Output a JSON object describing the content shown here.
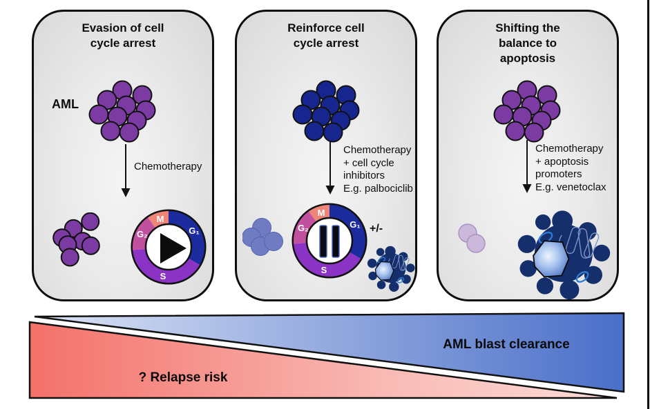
{
  "figure": {
    "description": "Three-panel schematic of AML chemotherapy strategies with relapse-risk / blast-clearance gradient bar"
  },
  "panels": [
    {
      "title_lines": [
        "Evasion of cell",
        "cycle arrest"
      ],
      "aml_label": "AML",
      "arrow_label": "Chemotherapy"
    },
    {
      "title_lines": [
        "Reinforce cell",
        "cycle arrest"
      ],
      "arrow_lines": [
        "Chemotherapy",
        "+ cell cycle",
        "inhibitors",
        "E.g. palbociclib"
      ],
      "plus_minus": "+/-"
    },
    {
      "title_lines": [
        "Shifting the",
        "balance to",
        "apoptosis"
      ],
      "arrow_lines": [
        "Chemotherapy",
        "+ apoptosis",
        "promoters",
        "E.g. venetoclax"
      ]
    }
  ],
  "cell_cycle": {
    "labels": {
      "g1": "G₁",
      "s": "S",
      "g2": "G₂",
      "m": "M"
    },
    "panel1_state": "proceed (play symbol)",
    "panel2_state": "arrested (pause symbol)"
  },
  "risk_bar": {
    "relapse_label": "? Relapse risk",
    "clearance_label": "AML blast clearance"
  },
  "colors": {
    "aml_purple": "#7b3ba3",
    "aml_navy": "#17268e",
    "faded_blue": "#6f7cc2",
    "faded_lavender": "#cbb8db",
    "g1_blue": "#1c2b9e",
    "s_purple": "#8a33c4",
    "g2_magenta": "#c1509e",
    "m_salmon": "#ef8578",
    "apoptotic_navy": "#142f6b",
    "organelle_blue": "#2d7cd6",
    "squiggle_blue": "#7d95c9",
    "relapse_red_left": "#f4716a",
    "relapse_red_right": "#fcdcd8",
    "clearance_blue_left": "#dce4f5",
    "clearance_blue_right": "#4a6fc9"
  }
}
